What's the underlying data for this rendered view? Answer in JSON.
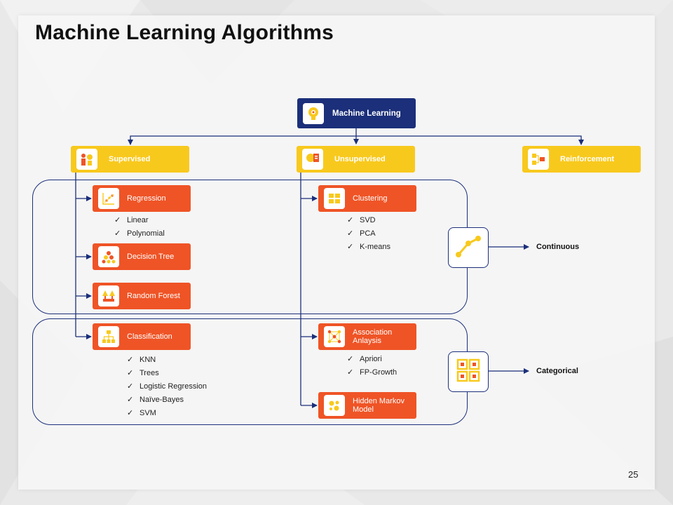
{
  "title": "Machine Learning Algorithms",
  "page_number": "25",
  "root": {
    "label": "Machine Learning",
    "icon": "head-gear-icon"
  },
  "categories": [
    {
      "label": "Supervised",
      "icon": "people-gear-icon"
    },
    {
      "label": "Unsupervised",
      "icon": "head-document-icon"
    },
    {
      "label": "Reinforcement",
      "icon": "flow-chart-icon"
    }
  ],
  "supervised": {
    "regression": {
      "label": "Regression",
      "icon": "scatter-chart-icon",
      "items": [
        "Linear",
        "Polynomial"
      ]
    },
    "decision_tree": {
      "label": "Decision Tree",
      "icon": "pyramid-balls-icon"
    },
    "random_forest": {
      "label": "Random Forest",
      "icon": "trees-icon"
    },
    "classification": {
      "label": "Classification",
      "icon": "hierarchy-icon",
      "items": [
        "KNN",
        "Trees",
        "Logistic Regression",
        "Naïve-Bayes",
        "SVM"
      ]
    }
  },
  "unsupervised": {
    "clustering": {
      "label": "Clustering",
      "icon": "cluster-blocks-icon",
      "items": [
        "SVD",
        "PCA",
        "K-means"
      ]
    },
    "association": {
      "label_line1": "Association",
      "label_line2": "Anlaysis",
      "icon": "network-icon",
      "items": [
        "Apriori",
        "FP-Growth"
      ]
    },
    "hmm": {
      "label_line1": "Hidden Markov",
      "label_line2": "Model",
      "icon": "dots-cluster-icon"
    }
  },
  "outputs": {
    "continuous": {
      "label": "Continuous",
      "icon": "line-graph-icon"
    },
    "categorical": {
      "label": "Categorical",
      "icon": "grid-categories-icon"
    }
  },
  "check_mark": "✓",
  "colors": {
    "navy": "#1b2f7a",
    "yellow": "#f8c91d",
    "orange": "#ef5426"
  }
}
